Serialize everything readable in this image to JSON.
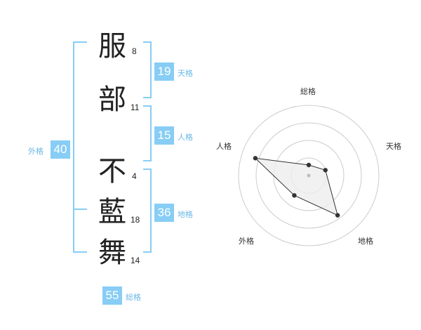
{
  "name": {
    "characters": [
      {
        "char": "服",
        "strokes": "8"
      },
      {
        "char": "部",
        "strokes": "11"
      },
      {
        "char": "不",
        "strokes": "4"
      },
      {
        "char": "藍",
        "strokes": "18"
      },
      {
        "char": "舞",
        "strokes": "14"
      }
    ]
  },
  "fortune": {
    "tenkaku": {
      "value": "19",
      "label": "天格"
    },
    "jinkaku": {
      "value": "15",
      "label": "人格"
    },
    "chikaku": {
      "value": "36",
      "label": "地格"
    },
    "gaikaku": {
      "value": "40",
      "label": "外格"
    },
    "soukaku": {
      "value": "55",
      "label": "総格"
    }
  },
  "chart_data": {
    "type": "radar",
    "axes": [
      "総格",
      "天格",
      "地格",
      "外格",
      "人格"
    ],
    "values": [
      0.15,
      0.25,
      0.7,
      0.35,
      0.8
    ],
    "range": [
      0,
      1
    ],
    "rings": 4,
    "colors": {
      "ring": "#cccccc",
      "fill": "#eeeeee",
      "line": "#333333",
      "point": "#333333",
      "center": "#bbbbbb"
    }
  }
}
